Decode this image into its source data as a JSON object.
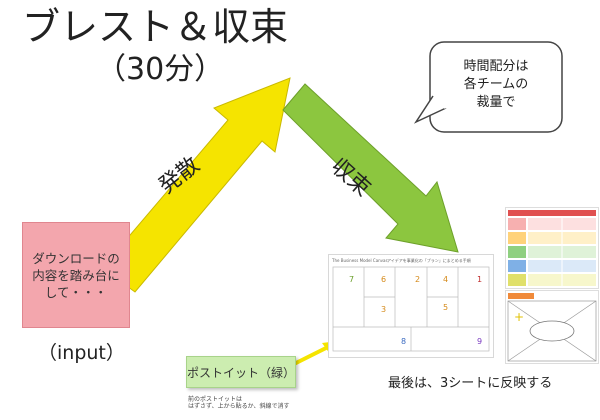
{
  "title": "ブレスト＆収束",
  "subtitle": "（30分）",
  "input_box": {
    "text": "ダウンロードの内容を踏み台にして・・・"
  },
  "input_label": "（input）",
  "arrows": {
    "diverge_label": "発散",
    "converge_label": "収束",
    "diverge_color": "#f5e400",
    "converge_color": "#8cc63f"
  },
  "speech_bubble": {
    "text": "時間配分は\n各チームの\n裁量で"
  },
  "canvas": {
    "title": "The Business Model Canvas",
    "subtitle": "アイデアを事業化の「プラン」にまとめる手順",
    "steps": [
      "7",
      "6",
      "2",
      "4",
      "1",
      "5",
      "3",
      "8",
      "9"
    ]
  },
  "postit": {
    "label": "ポストイット（緑）",
    "note": "前のポストイットは\nはずさず、上から貼るか、斜線で消す",
    "color": "#ccedb0"
  },
  "final_note": "最後は、3シートに反映する"
}
